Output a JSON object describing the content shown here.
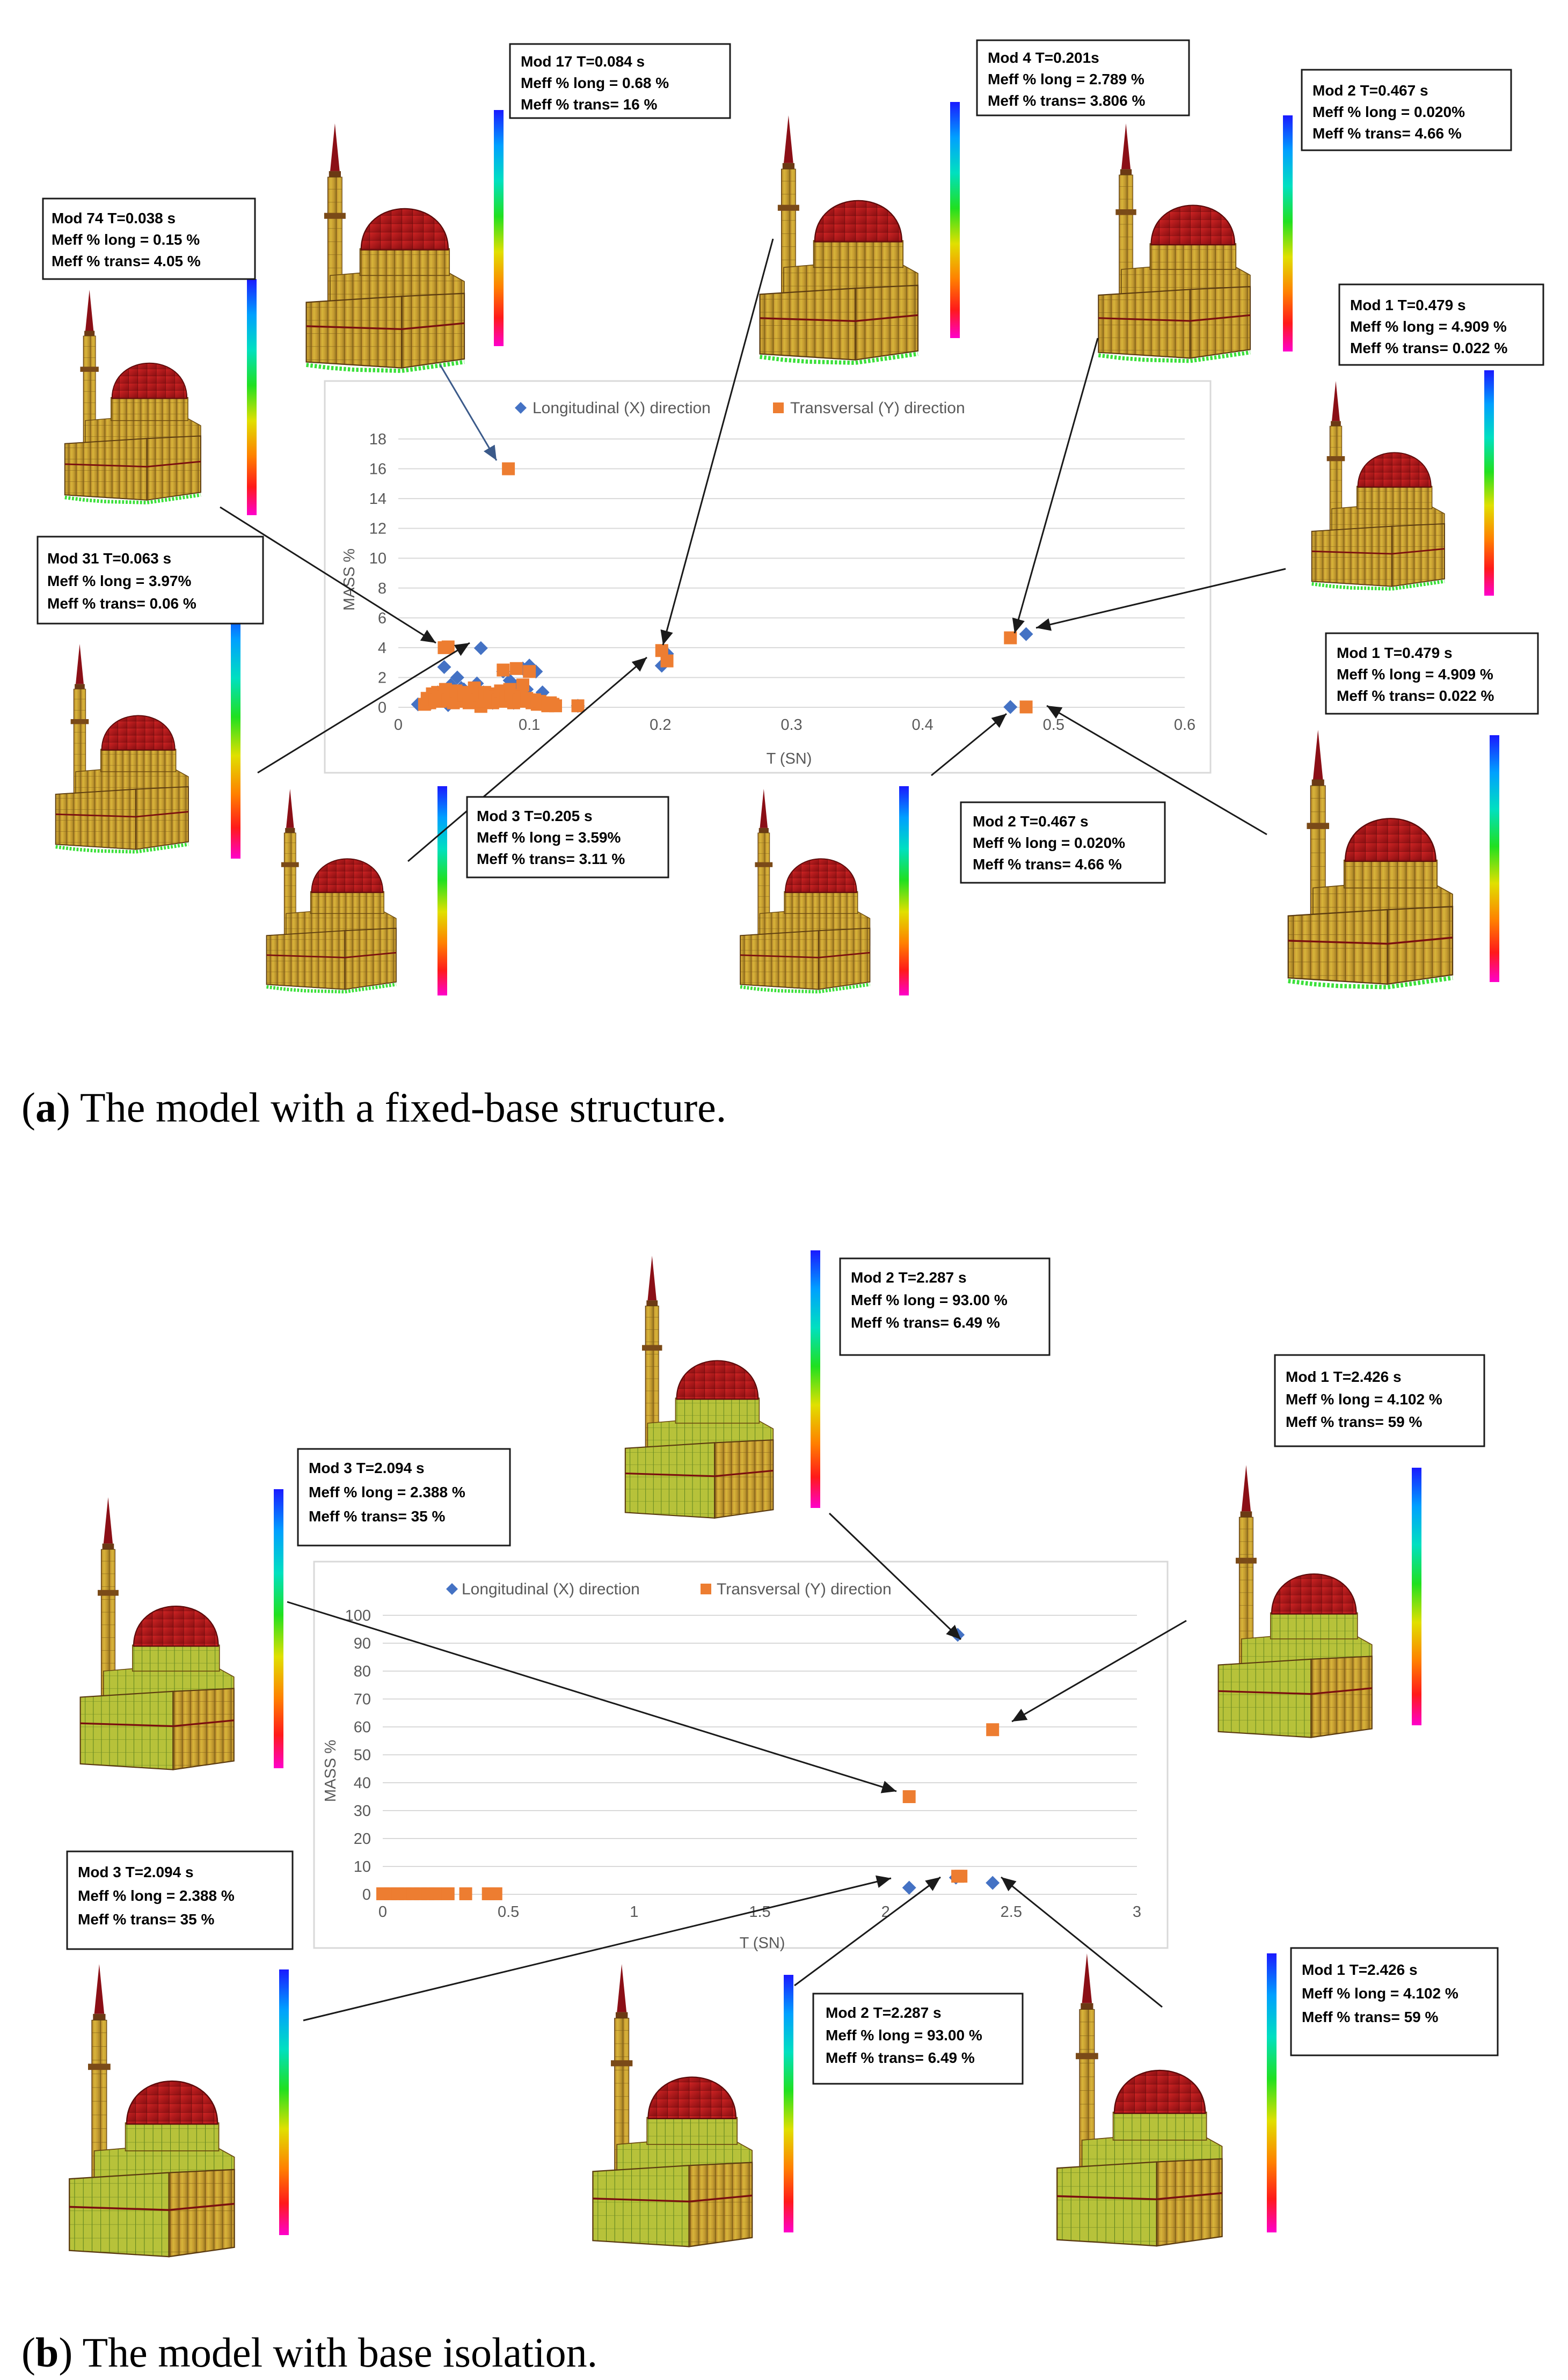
{
  "captions": {
    "a": {
      "letter": "a",
      "text": ") The model with a fixed-base structure."
    },
    "b": {
      "letter": "b",
      "text": ") The model with base isolation."
    }
  },
  "chart_data": [
    {
      "id": "a",
      "type": "scatter",
      "title": "",
      "xlabel": "T (SN)",
      "ylabel": "MASS %",
      "xlim": [
        0,
        0.6
      ],
      "ylim": [
        0,
        18
      ],
      "xticks": [
        0,
        0.1,
        0.2,
        0.3,
        0.4,
        0.5,
        0.6
      ],
      "xtick_labels": [
        "0",
        "0.1",
        "0.2",
        "0.3",
        "0.4",
        "0.5",
        "0.6"
      ],
      "yticks": [
        0,
        2,
        4,
        6,
        8,
        10,
        12,
        14,
        16,
        18
      ],
      "ytick_labels": [
        "0",
        "2",
        "4",
        "6",
        "8",
        "10",
        "12",
        "14",
        "16",
        "18"
      ],
      "grid": "horizontal",
      "legend_position": "top",
      "colors": {
        "long": "#4472c4",
        "trans": "#ed7d31"
      },
      "series": [
        {
          "name": "Longitudinal (X) direction",
          "marker": "diamond",
          "x": [
            0.479,
            0.467,
            0.205,
            0.201,
            0.084,
            0.063,
            0.038,
            0.03,
            0.035,
            0.04,
            0.045,
            0.05,
            0.055,
            0.06,
            0.065,
            0.07,
            0.075,
            0.08,
            0.085,
            0.09,
            0.095,
            0.1,
            0.105,
            0.11,
            0.02,
            0.025,
            0.033,
            0.042,
            0.048,
            0.052,
            0.058,
            0.067,
            0.072,
            0.078,
            0.082,
            0.088,
            0.092,
            0.098,
            0.102,
            0.015,
            0.137
          ],
          "y": [
            4.909,
            0.02,
            3.59,
            2.789,
            0.68,
            3.97,
            0.15,
            1.0,
            2.7,
            1.5,
            2.0,
            1.2,
            0.8,
            1.6,
            1.0,
            0.6,
            1.0,
            2.4,
            1.8,
            1.4,
            2.6,
            2.8,
            2.4,
            1.0,
            0.4,
            0.3,
            0.5,
            0.9,
            1.3,
            0.7,
            0.4,
            0.5,
            0.3,
            0.9,
            0.6,
            0.3,
            0.5,
            1.2,
            0.4,
            0.2,
            0.1
          ]
        },
        {
          "name": "Transversal (Y) direction",
          "marker": "square",
          "x": [
            0.479,
            0.467,
            0.205,
            0.201,
            0.084,
            0.063,
            0.038,
            0.035,
            0.137,
            0.08,
            0.09,
            0.1,
            0.085,
            0.095,
            0.02,
            0.022,
            0.024,
            0.026,
            0.028,
            0.03,
            0.032,
            0.034,
            0.036,
            0.038,
            0.04,
            0.042,
            0.044,
            0.046,
            0.048,
            0.05,
            0.052,
            0.054,
            0.056,
            0.058,
            0.06,
            0.062,
            0.064,
            0.066,
            0.068,
            0.07,
            0.072,
            0.074,
            0.076,
            0.078,
            0.08,
            0.082,
            0.086,
            0.088,
            0.092,
            0.094,
            0.096,
            0.098,
            0.102,
            0.104,
            0.106,
            0.108,
            0.11,
            0.112,
            0.114,
            0.116,
            0.118,
            0.12
          ],
          "y": [
            0.022,
            4.66,
            3.11,
            3.806,
            16.0,
            0.06,
            4.05,
            4.0,
            0.1,
            2.5,
            2.6,
            2.4,
            1.2,
            1.5,
            0.2,
            0.6,
            0.3,
            0.9,
            0.5,
            1.0,
            0.4,
            0.7,
            1.2,
            0.5,
            0.9,
            0.3,
            1.1,
            0.6,
            0.4,
            0.8,
            1.0,
            0.3,
            0.6,
            1.3,
            0.5,
            0.8,
            0.4,
            1.0,
            0.6,
            0.9,
            0.3,
            0.7,
            0.5,
            1.1,
            0.4,
            0.6,
            0.8,
            0.3,
            0.5,
            0.7,
            0.4,
            0.6,
            0.3,
            0.5,
            0.2,
            0.4,
            0.3,
            0.2,
            0.1,
            0.3,
            0.2,
            0.1
          ]
        }
      ],
      "annotations": [
        {
          "lines": [
            "Mod 17 T=0.084 s",
            "Meff % long = 0.68 %",
            "Meff % trans= 16 %"
          ]
        },
        {
          "lines": [
            "Mod 4 T=0.201s",
            "Meff % long = 2.789 %",
            "Meff % trans= 3.806 %"
          ]
        },
        {
          "lines": [
            "Mod 2 T=0.467 s",
            "Meff % long = 0.020%",
            "Meff % trans= 4.66 %"
          ]
        },
        {
          "lines": [
            "Mod 74 T=0.038 s",
            "Meff % long = 0.15 %",
            "Meff % trans= 4.05 %"
          ]
        },
        {
          "lines": [
            "Mod 1 T=0.479 s",
            "Meff % long = 4.909 %",
            "Meff % trans= 0.022 %"
          ]
        },
        {
          "lines": [
            "Mod 31 T=0.063 s",
            "Meff % long = 3.97%",
            "Meff % trans= 0.06 %"
          ]
        },
        {
          "lines": [
            "Mod 1 T=0.479 s",
            "Meff % long = 4.909 %",
            "Meff % trans= 0.022 %"
          ]
        },
        {
          "lines": [
            "Mod 3 T=0.205 s",
            "Meff % long = 3.59%",
            "Meff % trans= 3.11 %"
          ]
        },
        {
          "lines": [
            "Mod 2 T=0.467 s",
            "Meff % long = 0.020%",
            "Meff % trans= 4.66 %"
          ]
        }
      ]
    },
    {
      "id": "b",
      "type": "scatter",
      "title": "",
      "xlabel": "T (SN)",
      "ylabel": "MASS %",
      "xlim": [
        0,
        3
      ],
      "ylim": [
        0,
        100
      ],
      "xticks": [
        0,
        0.5,
        1,
        1.5,
        2,
        2.5,
        3
      ],
      "xtick_labels": [
        "0",
        "0.5",
        "1",
        "1.5",
        "2",
        "2.5",
        "3"
      ],
      "yticks": [
        0,
        10,
        20,
        30,
        40,
        50,
        60,
        70,
        80,
        90,
        100
      ],
      "ytick_labels": [
        "0",
        "10",
        "20",
        "30",
        "40",
        "50",
        "60",
        "70",
        "80",
        "90",
        "100"
      ],
      "grid": "horizontal",
      "legend_position": "top",
      "colors": {
        "long": "#4472c4",
        "trans": "#ed7d31"
      },
      "series": [
        {
          "name": "Longitudinal (X) direction",
          "marker": "diamond",
          "x": [
            2.287,
            2.426,
            2.094,
            2.28
          ],
          "y": [
            93.0,
            4.102,
            2.388,
            6.0
          ]
        },
        {
          "name": "Transversal (Y) direction",
          "marker": "square",
          "x": [
            2.426,
            2.094,
            2.287,
            2.3,
            0.0,
            0.03,
            0.06,
            0.09,
            0.12,
            0.15,
            0.18,
            0.21,
            0.26,
            0.33,
            0.42,
            0.45
          ],
          "y": [
            59.0,
            35.0,
            6.49,
            6.5,
            0.2,
            0.2,
            0.2,
            0.2,
            0.2,
            0.2,
            0.2,
            0.2,
            0.2,
            0.2,
            0.2,
            0.2
          ]
        }
      ],
      "annotations": [
        {
          "lines": [
            "Mod 2 T=2.287 s",
            "Meff % long = 93.00 %",
            "Meff % trans= 6.49 %"
          ]
        },
        {
          "lines": [
            "Mod 1 T=2.426 s",
            "Meff % long = 4.102 %",
            "Meff % trans= 59 %"
          ]
        },
        {
          "lines": [
            "Mod 3 T=2.094 s",
            "Meff % long = 2.388 %",
            "Meff % trans= 35 %"
          ]
        },
        {
          "lines": [
            "Mod 3 T=2.094 s",
            "Meff % long = 2.388 %",
            "Meff % trans= 35 %"
          ]
        },
        {
          "lines": [
            "Mod 2 T=2.287 s",
            "Meff % long = 93.00 %",
            "Meff % trans= 6.49 %"
          ]
        },
        {
          "lines": [
            "Mod 1 T=2.426 s",
            "Meff % long = 4.102 %",
            "Meff % trans= 59 %"
          ]
        }
      ]
    }
  ]
}
